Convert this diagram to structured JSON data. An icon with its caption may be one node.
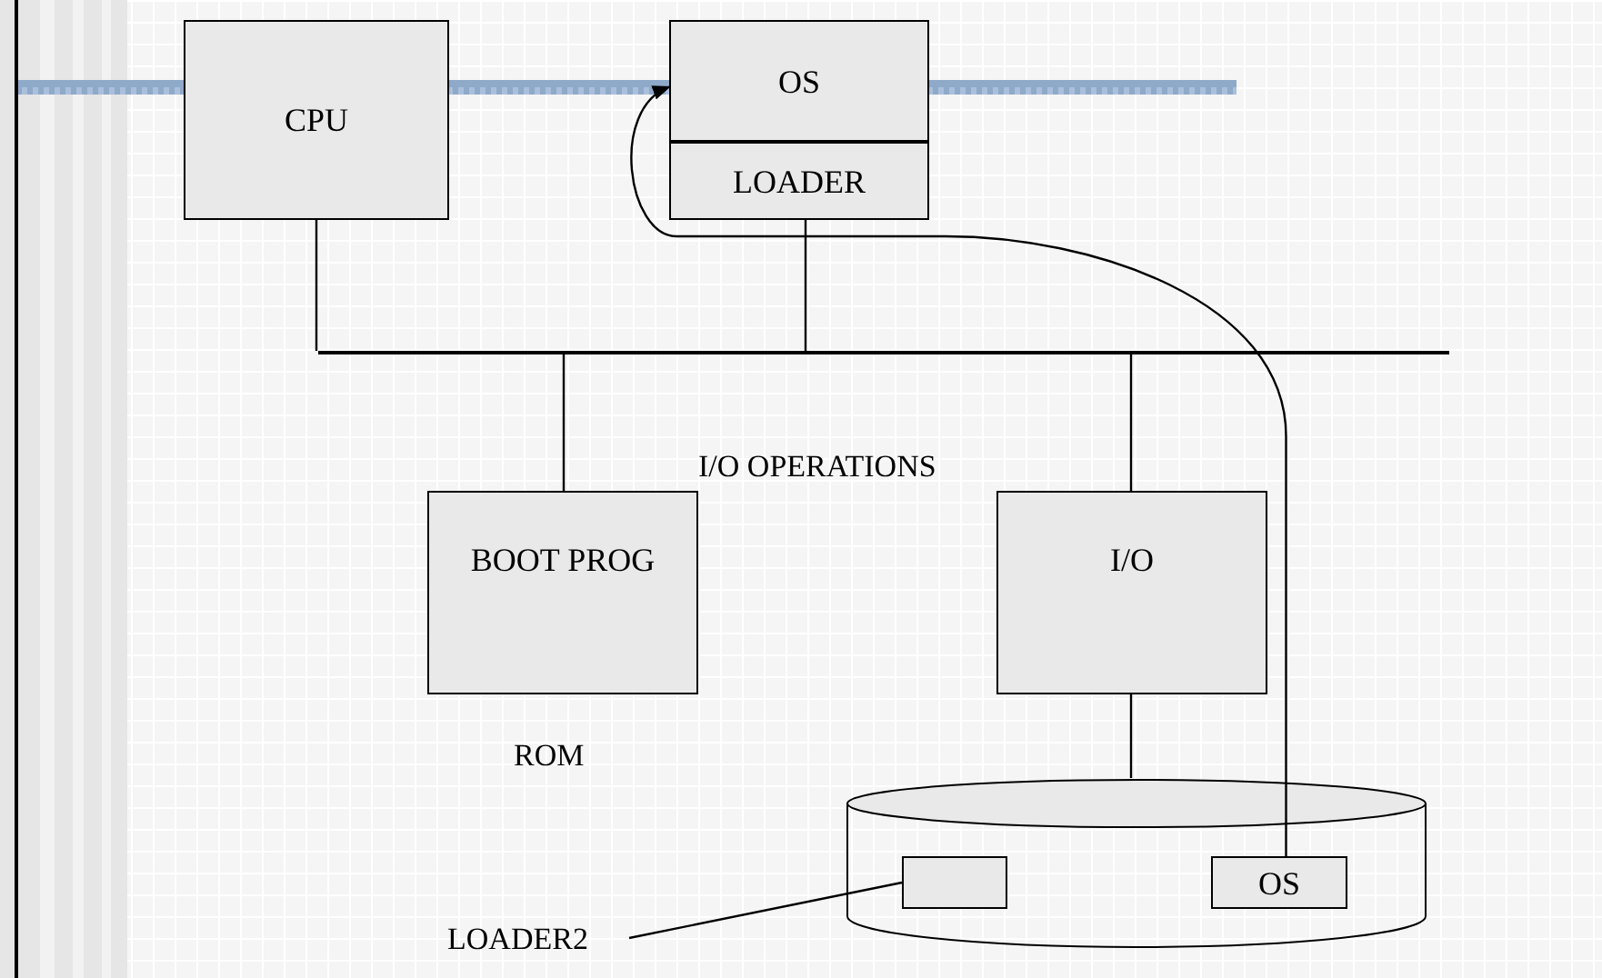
{
  "diagram": {
    "nodes": [
      {
        "text": [
          "CPU"
        ]
      },
      {
        "text": [
          "OS"
        ]
      },
      {
        "text": [
          "LOADER"
        ]
      },
      {
        "text": [],
        "shape": "bar"
      },
      {
        "text": [
          "BOOT PROG"
        ],
        "beside": [
          "ROM"
        ]
      },
      {
        "text": [
          "I/O"
        ]
      },
      {
        "text": [],
        "shape": "cylinder"
      },
      {
        "text": [],
        "shape": "box",
        "in": 6
      },
      {
        "text": [
          "OS"
        ],
        "in": 6
      },
      {
        "text": [
          "LOADER2"
        ]
      }
    ],
    "edges": [
      {
        "from": 0,
        "to": 3,
        "arrow": "none"
      },
      {
        "from": 2,
        "to": 3,
        "arrow": "none"
      },
      {
        "from": 3,
        "to": 4,
        "arrow": "none"
      },
      {
        "from": 3,
        "to": 5,
        "arrow": "none"
      },
      {
        "from": 5,
        "to": 6,
        "arrow": "none"
      },
      {
        "from": 8,
        "to": 1,
        "arrow": "to"
      },
      {
        "from": 9,
        "to": 7,
        "arrow": "none"
      }
    ],
    "labels": [
      "I/O OPERATIONS"
    ]
  }
}
